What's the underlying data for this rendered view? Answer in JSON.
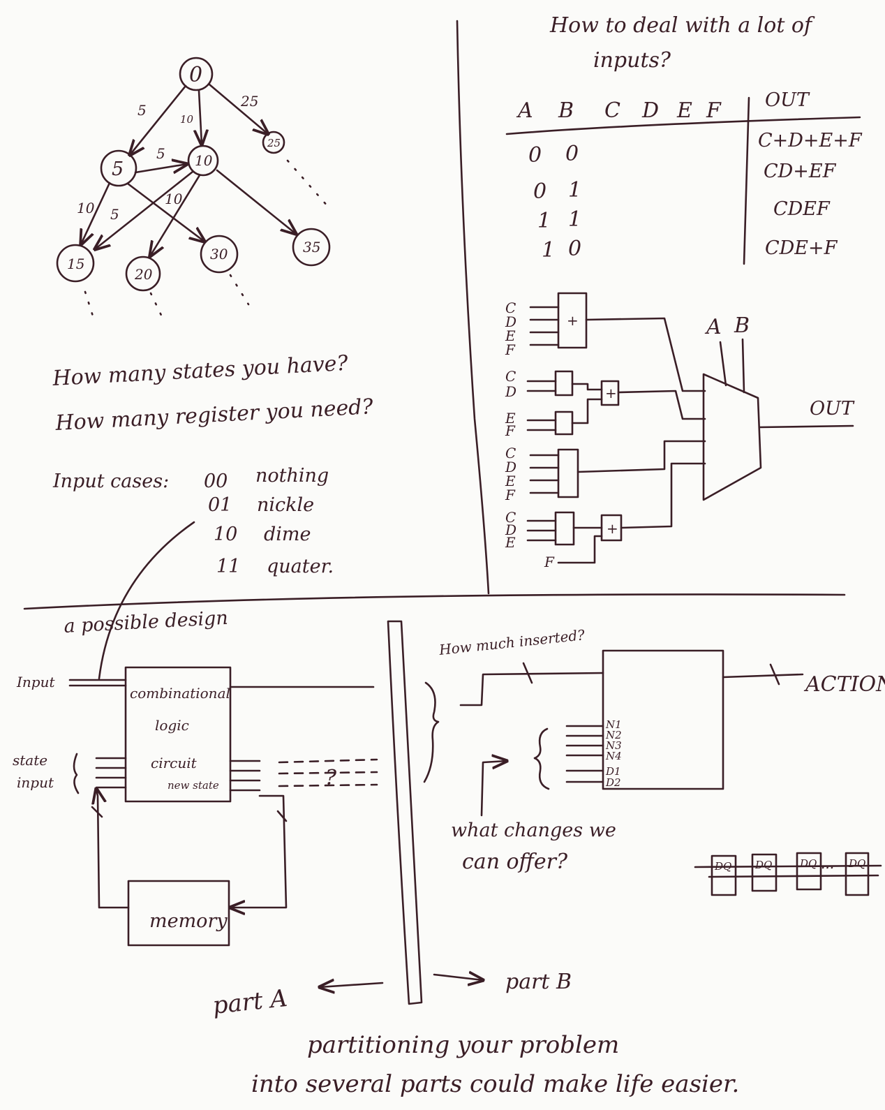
{
  "fsm": {
    "nodes": [
      "0",
      "5",
      "10",
      "25",
      "15",
      "20",
      "30",
      "35"
    ],
    "edge_labels": [
      "5",
      "10",
      "25",
      "5",
      "10",
      "5",
      "10"
    ]
  },
  "left_questions": {
    "states": "How many states you have?",
    "registers": "How many register you need?"
  },
  "input_cases": {
    "label": "Input cases:",
    "rows": [
      {
        "code": "00",
        "name": "nothing"
      },
      {
        "code": "01",
        "name": "nickle"
      },
      {
        "code": "10",
        "name": "dime"
      },
      {
        "code": "11",
        "name": "quater."
      }
    ]
  },
  "truth_table": {
    "title_line1": "How to deal with a lot of",
    "title_line2": "inputs?",
    "headers": [
      "A",
      "B",
      "C",
      "D",
      "E",
      "F"
    ],
    "out_header": "OUT",
    "rows": [
      {
        "a": "0",
        "b": "0",
        "out": "C+D+E+F"
      },
      {
        "a": "0",
        "b": "1",
        "out": "CD+EF"
      },
      {
        "a": "1",
        "b": "1",
        "out": "CDEF"
      },
      {
        "a": "1",
        "b": "0",
        "out": "CDE+F"
      }
    ]
  },
  "mux_circuit": {
    "g1_inputs": [
      "C",
      "D",
      "E",
      "F"
    ],
    "g2_inputs": [
      "C",
      "D",
      "E",
      "F"
    ],
    "g3_inputs": [
      "C",
      "D",
      "E",
      "F"
    ],
    "g4_inputs": [
      "C",
      "D",
      "E"
    ],
    "g4_extra": "F",
    "or_symbol": "+",
    "select": [
      "A",
      "B"
    ],
    "out": "OUT"
  },
  "design": {
    "title": "a possible design",
    "input_label": "Input",
    "state_label_1": "state",
    "state_label_2": "input",
    "box_line1": "combinational",
    "box_line2": "logic",
    "box_line3": "circuit",
    "new_state": "new state",
    "question": "?",
    "memory": "memory"
  },
  "part_b": {
    "question": "How much inserted?",
    "action": "ACTION",
    "pins": [
      "N1",
      "N2",
      "N3",
      "N4",
      "D1",
      "D2"
    ],
    "changes_line1": "what changes we",
    "changes_line2": "can offer?",
    "ff_label": "DQ",
    "ff_dots": "..."
  },
  "footer": {
    "part_a": "part A",
    "part_b": "part B",
    "line1": "partitioning your problem",
    "line2": "into several parts could make life easier."
  }
}
